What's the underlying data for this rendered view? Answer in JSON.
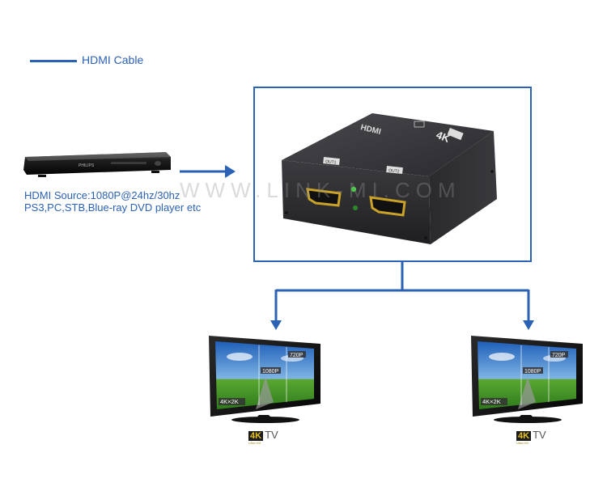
{
  "legend": {
    "label": "HDMI Cable",
    "color": "#2b62b6"
  },
  "source": {
    "line1": "HDMI Source:1080P@24hz/30hz",
    "line2": "PS3,PC,STB,Blue-ray DVD player etc",
    "player_brand": "PHILIPS"
  },
  "splitter": {
    "brand_logo": "HDMI",
    "badge": "4K",
    "port_label_1": "OUT1",
    "port_label_2": "OUT2",
    "watermark": "WWW.LINK-MI.COM"
  },
  "tvs": [
    {
      "res_720": "720P",
      "res_1080": "1080P",
      "res_4k": "4K×2K",
      "logo_4k": "4K",
      "logo_tv": "TV",
      "logo_sub": "Ultra HD"
    },
    {
      "res_720": "720P",
      "res_1080": "1080P",
      "res_4k": "4K×2K",
      "logo_4k": "4K",
      "logo_tv": "TV",
      "logo_sub": "Ultra HD"
    }
  ]
}
